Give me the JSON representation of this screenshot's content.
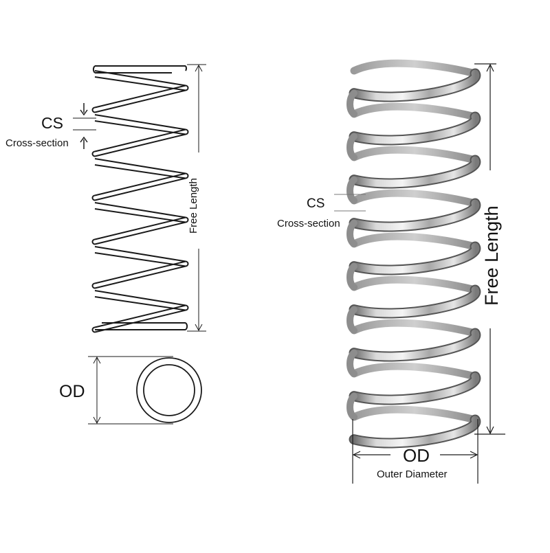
{
  "left_diagram": {
    "cs_label": "CS",
    "cs_sublabel": "Cross-section",
    "free_length_label": "Free Length",
    "od_label": "OD"
  },
  "right_photo": {
    "cs_label": "CS",
    "cs_sublabel": "Cross-section",
    "free_length_label": "Free Length",
    "od_label": "OD",
    "od_sublabel": "Outer Diameter"
  },
  "colors": {
    "line": "#1a1a1a",
    "steel_light": "#f2f2f2",
    "steel_mid": "#b9b9b9",
    "steel_dark": "#5a5a5a"
  }
}
